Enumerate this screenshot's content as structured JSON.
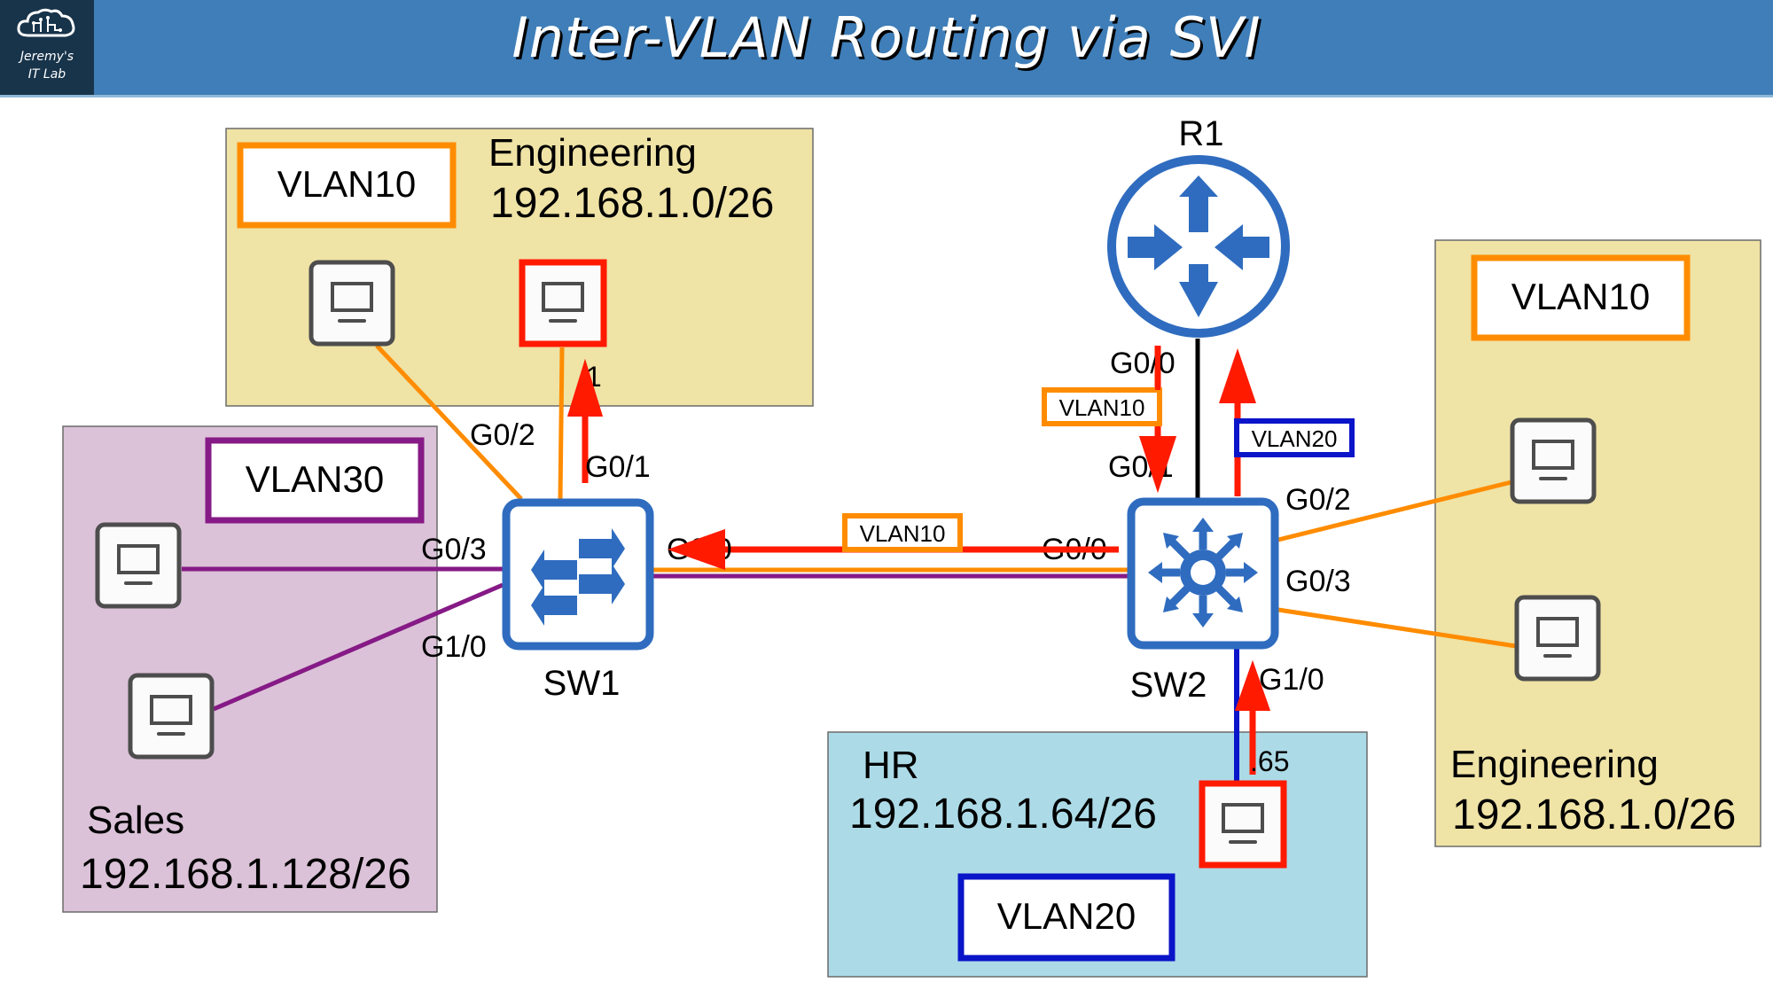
{
  "header": {
    "title": "Inter-VLAN Routing via SVI",
    "logo_line1": "Jeremy's",
    "logo_line2": "IT Lab",
    "logo_icon": "cloud-circuit-icon"
  },
  "colors": {
    "header_bg": "#3f7eb8",
    "logo_bg": "#18344b",
    "device_blue": "#2f6cbf",
    "vlan10": "#ff8c00",
    "vlan20": "#0a14c8",
    "vlan30": "#861a86",
    "highlight_red": "#ff1a00",
    "engineering_bg": "#efe3a6",
    "sales_bg": "#dbc2d8",
    "hr_bg": "#acdbe7"
  },
  "subnets": {
    "eng_top": {
      "name": "Engineering",
      "network": "192.168.1.0/26",
      "vlan": "VLAN10"
    },
    "sales": {
      "name": "Sales",
      "network": "192.168.1.128/26",
      "vlan": "VLAN30"
    },
    "hr": {
      "name": "HR",
      "network": "192.168.1.64/26",
      "vlan": "VLAN20"
    },
    "eng_right": {
      "name": "Engineering",
      "network": "192.168.1.0/26",
      "vlan": "VLAN10"
    }
  },
  "devices": {
    "r1": {
      "label": "R1",
      "icon": "router-icon"
    },
    "sw1": {
      "label": "SW1",
      "icon": "layer2-switch-icon"
    },
    "sw2": {
      "label": "SW2",
      "icon": "multilayer-switch-icon"
    }
  },
  "ports": {
    "sw1_g0_2": "G0/2",
    "sw1_g0_1": "G0/1",
    "sw1_g0_3": "G0/3",
    "sw1_g1_0": "G1/0",
    "sw1_g0_0": "G0/0",
    "sw2_g0_0": "G0/0",
    "sw2_g0_1": "G0/1",
    "sw2_g0_2": "G0/2",
    "sw2_g0_3": "G0/3",
    "sw2_g1_0": "G1/0",
    "r1_g0_0": "G0/0"
  },
  "host_addresses": {
    "eng_pc2": ".1",
    "hr_pc": ".65"
  },
  "flow_tags": {
    "trunk": "VLAN10",
    "r1_down": "VLAN10",
    "r1_up": "VLAN20"
  }
}
